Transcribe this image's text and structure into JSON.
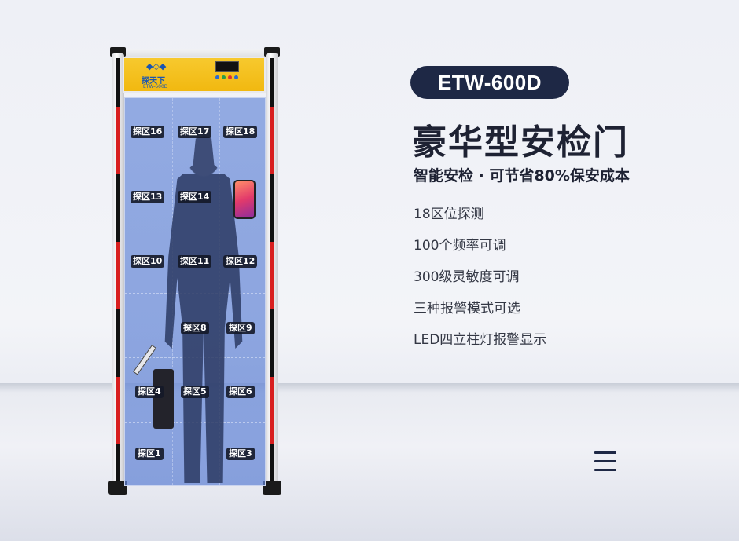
{
  "product": {
    "model": "ETW-600D",
    "title": "豪华型安检门",
    "subtitle": "智能安检 · 可节省80%保安成本",
    "features": [
      "18区位探测",
      "100个频率可调",
      "300级灵敏度可调",
      "三种报警模式可选",
      "LED四立柱灯报警显示"
    ]
  },
  "gate": {
    "brand": "探天下",
    "brand_model": "ETW-600D",
    "zones": {
      "z16": "探区16",
      "z17": "探区17",
      "z18": "探区18",
      "z13": "探区13",
      "z14": "探区14",
      "z10": "探区10",
      "z11": "探区11",
      "z12": "探区12",
      "z8": "探区8",
      "z9": "探区9",
      "z4": "探区4",
      "z5": "探区5",
      "z6": "探区6",
      "z1": "探区1",
      "z3": "探区3"
    }
  },
  "colors": {
    "pill_bg": "#1e2845",
    "gate_header": "#f1b810",
    "alarm_red": "#d81e1e",
    "panel_blue": "#6e8fd6"
  },
  "icons": {
    "menu": "hamburger-menu-icon"
  }
}
